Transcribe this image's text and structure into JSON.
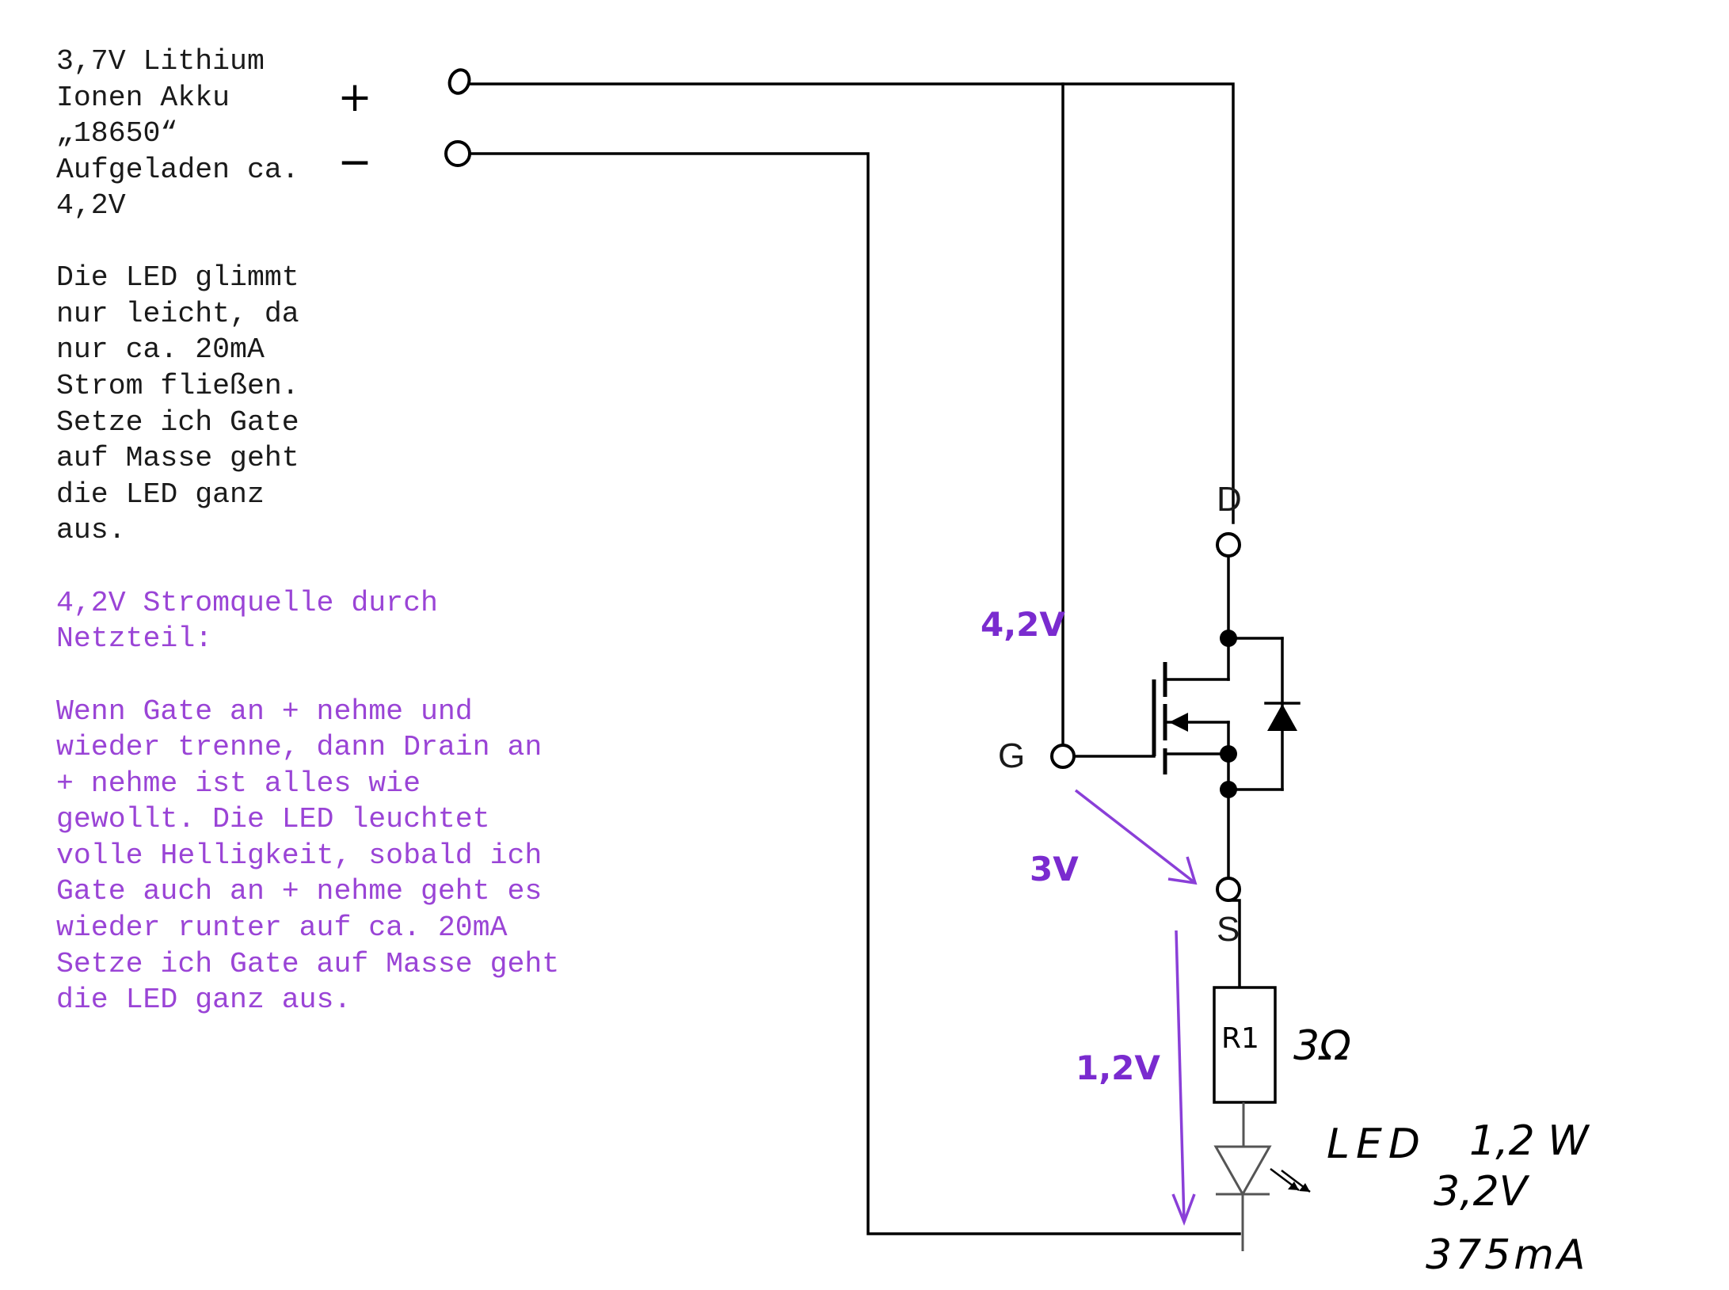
{
  "notes": {
    "battery_lines": [
      "3,7V Lithium",
      "Ionen Akku",
      "„18650“",
      "Aufgeladen ca.",
      "4,2V"
    ],
    "led_lines": [
      "Die LED glimmt",
      "nur leicht, da",
      "nur ca. 20mA",
      "Strom fließen.",
      "Setze ich Gate",
      "auf Masse geht",
      "die LED ganz",
      "aus."
    ],
    "psu_lines": [
      "4,2V Stromquelle durch",
      "Netzteil:"
    ],
    "psu_detail_lines": [
      "Wenn Gate an + nehme und",
      "wieder trenne, dann Drain an",
      "+ nehme ist alles wie",
      "gewollt. Die LED leuchtet",
      "volle Helligkeit, sobald ich",
      "Gate auch an + nehme geht es",
      "wieder runter auf ca. 20mA",
      "Setze ich Gate auf Masse geht",
      "die LED ganz aus."
    ]
  },
  "terminals": {
    "plus": "+",
    "minus": "−"
  },
  "pins": {
    "drain": "D",
    "gate": "G",
    "source": "S"
  },
  "voltages": {
    "gate": "4,2V",
    "gs": "3V",
    "resistor": "1,2V"
  },
  "resistor": {
    "name": "R1",
    "value": "3Ω"
  },
  "led": {
    "label": "LED",
    "power": "1,2 W",
    "voltage": "3,2V",
    "current": "375mA"
  },
  "colors": {
    "black_text": "#1a1a1a",
    "purple_text": "#9a44d6",
    "purple_labels": "#7a2bcf",
    "wire": "#000000"
  }
}
